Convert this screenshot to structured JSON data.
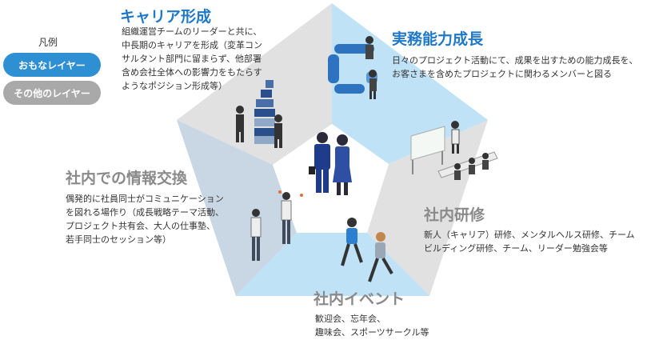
{
  "legend": {
    "title": "凡例",
    "main_label": "おもなレイヤー",
    "other_label": "その他のレイヤー",
    "main_color": "#2f8fd3",
    "other_color": "#a9a9a9"
  },
  "sections": {
    "career": {
      "title": "キャリア形成",
      "lines": [
        "組織運営チームのリーダーと共に、",
        "中長期のキャリアを形成（変革コン",
        "サルタント部門に留まらず、他部署",
        "含め会社全体への影響力をもたらす",
        "ようなポジション形成等）"
      ]
    },
    "skill": {
      "title": "実務能力成長",
      "lines": [
        "日々のプロジェクト活動にて、成果を出すための能力成長を、",
        "お客さまを含めたプロジェクトに関わるメンバーと図る"
      ]
    },
    "exchange": {
      "title": "社内での情報交換",
      "lines": [
        "偶発的に社員同士がコミュニケーション",
        "を図れる場作り（成長戦略テーマ活動、",
        "プロジェクト共有会、大人の仕事塾、",
        "若手同士のセッション等）"
      ]
    },
    "training": {
      "title": "社内研修",
      "lines": [
        "新人（キャリア）研修、メンタルヘルス研修、チーム",
        "ビルディング研修、チーム、リーダー勉強会等"
      ]
    },
    "event": {
      "title": "社内イベント",
      "lines": [
        "歓迎会、忘年会、",
        "趣味会、スポーツサークル等"
      ]
    }
  }
}
